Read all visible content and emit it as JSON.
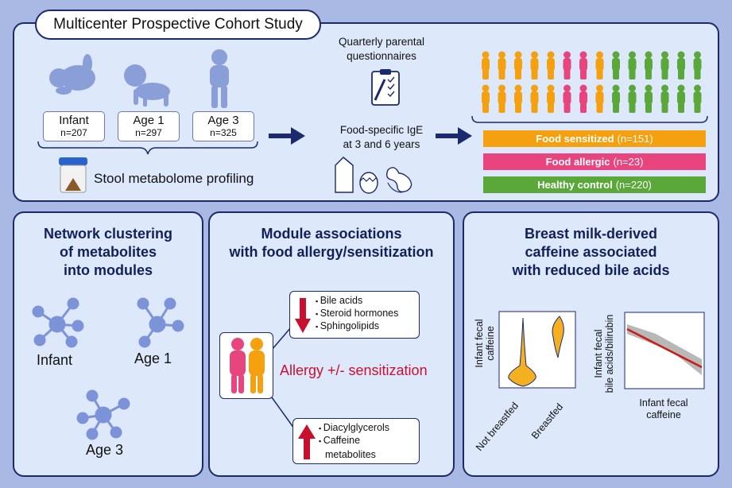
{
  "header": {
    "study_title": "Multicenter Prospective Cohort Study"
  },
  "cohort": {
    "ages": [
      {
        "label": "Infant",
        "n": "n=207"
      },
      {
        "label": "Age 1",
        "n": "n=297"
      },
      {
        "label": "Age 3",
        "n": "n=325"
      }
    ],
    "stool_label": "Stool metabolome profiling",
    "questionnaire_label": "Quarterly parental questionnaires",
    "ige_label_line1": "Food-specific IgE",
    "ige_label_line2": "at 3 and 6 years"
  },
  "groups": [
    {
      "label": "Food sensitized",
      "count": "(n=151)",
      "color": "#f5a00f"
    },
    {
      "label": "Food allergic",
      "count": "(n=23)",
      "color": "#e8447e"
    },
    {
      "label": "Healthy control",
      "count": "(n=220)",
      "color": "#5aa83a"
    }
  ],
  "panel_network": {
    "title_line1": "Network clustering",
    "title_line2": "of metabolites",
    "title_line3": "into modules",
    "labels": [
      "Infant",
      "Age 1",
      "Age 3"
    ]
  },
  "panel_modules": {
    "title_line1": "Module associations",
    "title_line2": "with food allergy/sensitization",
    "center_label": "Allergy +/- sensitization",
    "decreased": [
      "Bile acids",
      "Steroid hormones",
      "Sphingolipids"
    ],
    "increased_line1": "Diacylglycerols",
    "increased_line2": "Caffeine",
    "increased_line3": "metabolites"
  },
  "panel_caffeine": {
    "title_line1": "Breast milk-derived",
    "title_line2": "caffeine associated",
    "title_line3": "with reduced bile acids",
    "violin_ylabel_line1": "Infant fecal",
    "violin_ylabel_line2": "caffeine",
    "violin_categories": [
      "Not breastfed",
      "Breastfed"
    ],
    "scatter_ylabel_line1": "Infant fecal",
    "scatter_ylabel_line2": "bile acids/bilirubin",
    "scatter_xlabel_line1": "Infant fecal",
    "scatter_xlabel_line2": "caffeine"
  },
  "colors": {
    "navy": "#1a2a6c",
    "orange": "#f5a00f",
    "pink": "#e8447e",
    "green": "#5aa83a",
    "red_arrow": "#c8102e",
    "node": "#7d93d9"
  }
}
